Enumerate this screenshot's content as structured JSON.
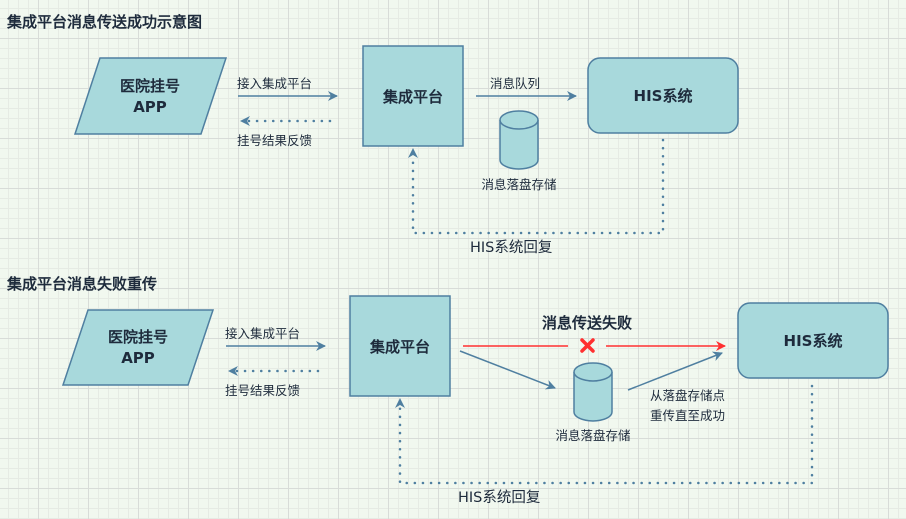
{
  "success": {
    "title": "集成平台消息传送成功示意图",
    "app_line1": "医院挂号",
    "app_line2": "APP",
    "access_label": "接入集成平台",
    "feedback_label": "挂号结果反馈",
    "platform": "集成平台",
    "queue_label": "消息队列",
    "his": "HIS系统",
    "storage_label": "消息落盘存储",
    "reply_label": "HIS系统回复"
  },
  "failure": {
    "title": "集成平台消息失败重传",
    "app_line1": "医院挂号",
    "app_line2": "APP",
    "access_label": "接入集成平台",
    "feedback_label": "挂号结果反馈",
    "platform": "集成平台",
    "fail_label": "消息传送失败",
    "his": "HIS系统",
    "storage_label": "消息落盘存储",
    "retry_line1": "从落盘存储点",
    "retry_line2": "重传直至成功",
    "reply_label": "HIS系统回复"
  },
  "colors": {
    "node_fill": "#a8d9dc",
    "stroke": "#4f7fa0",
    "fail": "#ff3030"
  }
}
